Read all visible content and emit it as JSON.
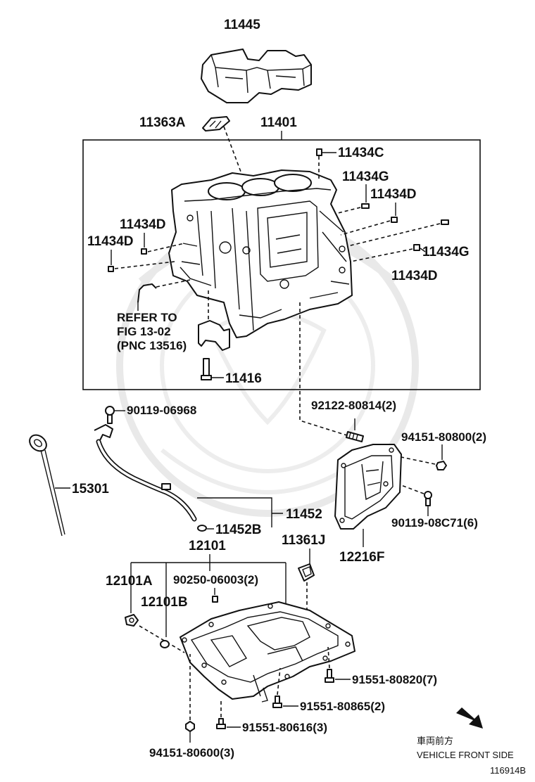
{
  "diagram": {
    "parts": {
      "cover_11445": "11445",
      "gasket_11363A": "11363A",
      "block_11401": "11401",
      "plug_11434C": "11434C",
      "plug_11434G_top": "11434G",
      "plug_11434D_right": "11434D",
      "plug_11434D_left_upper": "11434D",
      "plug_11434D_left_lower": "11434D",
      "plug_11434G_right": "11434G",
      "plug_11434D_right_lower": "11434D",
      "bolt_11416": "11416",
      "stud_92122": "92122-80814(2)",
      "bolt_90119_06968": "90119-06968",
      "nut_94151_80800": "94151-80800(2)",
      "dipstick_15301": "15301",
      "guide_11452": "11452",
      "oring_11452B": "11452B",
      "bolt_90119_08C71": "90119-08C71(6)",
      "gasket_11361J": "11361J",
      "cover_12216F": "12216F",
      "oilpan_12101": "12101",
      "bolt_12101A": "12101A",
      "plug_90250": "90250-06003(2)",
      "gasket_12101B": "12101B",
      "bolt_91551_80820": "91551-80820(7)",
      "bolt_91551_80865": "91551-80865(2)",
      "bolt_91551_80616": "91551-80616(3)",
      "nut_94151_80600": "94151-80600(3)"
    },
    "refer": {
      "line1": "REFER TO",
      "line2": "FIG 13-02",
      "line3": "(PNC 13516)"
    },
    "direction": {
      "japanese": "車両前方",
      "english": "VEHICLE FRONT SIDE"
    },
    "figure_id": "116914B"
  }
}
